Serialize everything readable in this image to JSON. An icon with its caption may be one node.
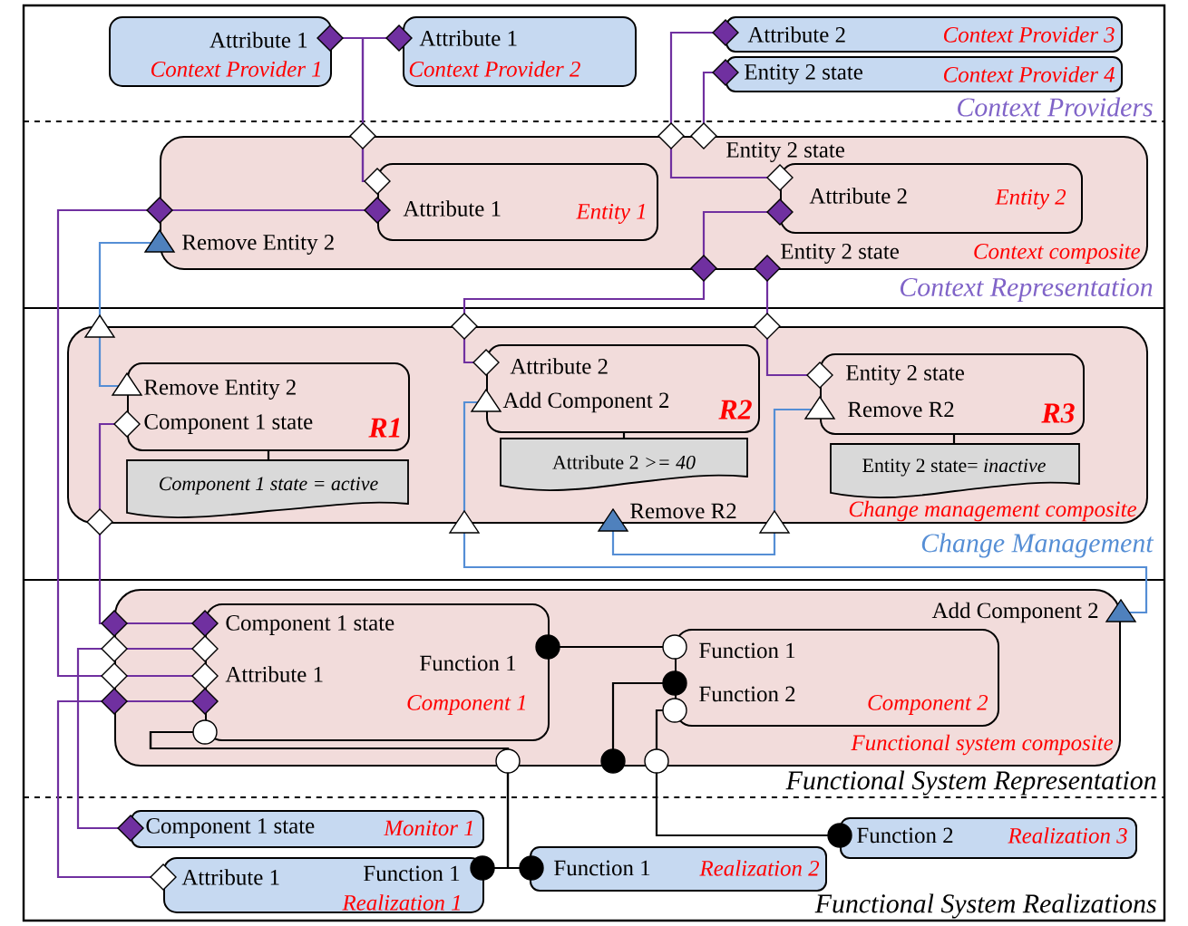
{
  "diagram": {
    "nodes": [
      {
        "text": [
          "Attribute 1",
          "Context Provider 1"
        ]
      },
      {
        "text": [
          "Attribute 1",
          "Context Provider 2"
        ]
      },
      {
        "text": [
          "Attribute 2",
          "Context Provider 3"
        ]
      },
      {
        "text": [
          "Entity 2 state",
          "Context Provider 4"
        ]
      },
      {
        "text": [
          "Entity 2 state",
          "Remove Entity 2",
          "Entity 2 state",
          "Context composite"
        ]
      },
      {
        "text": [
          "Attribute 1",
          "Entity 1"
        ],
        "in": 4
      },
      {
        "text": [
          "Attribute 2",
          "Entity 2"
        ],
        "in": 4
      },
      {
        "text": [
          "Remove R2",
          "Change management composite"
        ]
      },
      {
        "text": [
          "Remove Entity 2",
          "Component 1 state",
          "R1"
        ],
        "in": 7
      },
      {
        "text": [
          "Component 1 state = active"
        ],
        "in": 7
      },
      {
        "text": [
          "Attribute 2",
          "Add Component 2",
          "R2"
        ],
        "in": 7
      },
      {
        "text": [
          "Attribute 2 *>= 40*"
        ],
        "in": 7
      },
      {
        "text": [
          "Entity 2 state",
          "Remove R2",
          "R3"
        ],
        "in": 7
      },
      {
        "text": [
          "Entity 2 state= *inactive*"
        ],
        "in": 7
      },
      {
        "text": [
          "Add Component 2",
          "Functional system composite"
        ]
      },
      {
        "text": [
          "Component 1 state",
          "Function 1",
          "Attribute 1",
          "Component 1"
        ],
        "in": 14
      },
      {
        "text": [
          "Function 1",
          "Function 2",
          "Component 2"
        ],
        "in": 14
      },
      {
        "text": [
          "Component 1 state",
          "Monitor 1"
        ]
      },
      {
        "text": [
          "Attribute 1",
          "Function 1",
          "Realization 1"
        ]
      },
      {
        "text": [
          "Function 1",
          "Realization 2"
        ]
      },
      {
        "text": [
          "Function 2",
          "Realization 3"
        ]
      }
    ],
    "edges": [
      {
        "from": 0,
        "to": 5,
        "arrow": "other"
      },
      {
        "from": 1,
        "to": 5,
        "arrow": "other"
      },
      {
        "from": 2,
        "to": 6,
        "arrow": "other"
      },
      {
        "from": 3,
        "to": 4,
        "arrow": "other"
      },
      {
        "from": 6,
        "to": 10,
        "arrow": "other"
      },
      {
        "from": 4,
        "to": 12,
        "arrow": "other"
      },
      {
        "from": 5,
        "to": 15,
        "arrow": "other"
      },
      {
        "from": 15,
        "to": 8,
        "arrow": "other"
      },
      {
        "from": 17,
        "to": 15,
        "arrow": "other"
      },
      {
        "from": 18,
        "to": 15,
        "arrow": "other"
      },
      {
        "from": 4,
        "to": 8,
        "arrow": "both",
        "color": "#558ed5"
      },
      {
        "from": 10,
        "to": 14,
        "arrow": "both",
        "color": "#558ed5"
      },
      {
        "from": 12,
        "to": 7,
        "arrow": "both",
        "color": "#558ed5"
      },
      {
        "from": 15,
        "to": 16,
        "arrow": "other",
        "color": "#000000"
      },
      {
        "from": 16,
        "to": 14,
        "arrow": "other",
        "color": "#000000"
      },
      {
        "from": 16,
        "to": 20,
        "arrow": "other",
        "color": "#000000"
      },
      {
        "from": 18,
        "to": 15,
        "arrow": "other",
        "color": "#000000"
      },
      {
        "from": 19,
        "to": 15,
        "arrow": "other",
        "color": "#000000"
      },
      {
        "from": 8,
        "to": 9,
        "arrow": "none",
        "color": "#000000"
      },
      {
        "from": 10,
        "to": 11,
        "arrow": "none",
        "color": "#000000"
      },
      {
        "from": 12,
        "to": 13,
        "arrow": "none",
        "color": "#000000"
      }
    ],
    "labels": [
      "Context Providers",
      "Context Representation",
      "Change Management",
      "Functional System Representation",
      "Functional System Realizations"
    ]
  }
}
